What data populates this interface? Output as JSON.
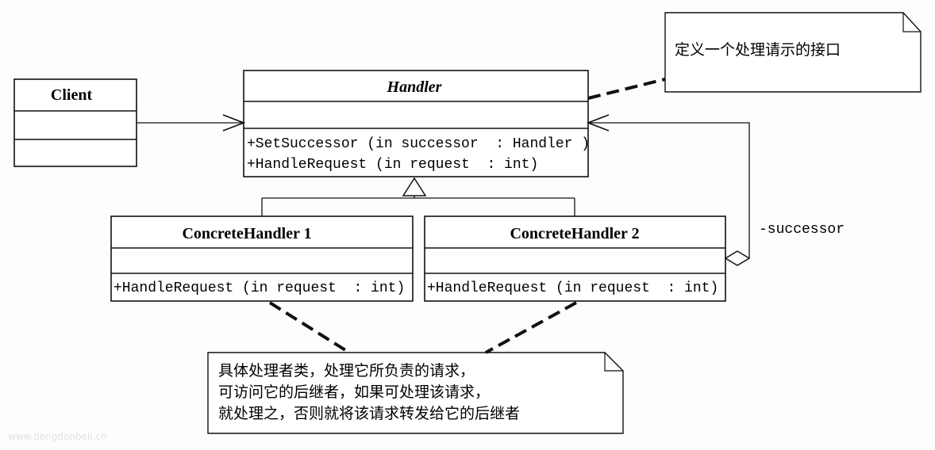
{
  "classes": {
    "client": {
      "name": "Client"
    },
    "handler": {
      "name": "Handler",
      "methods": [
        "+SetSuccessor (in successor  : Handler )",
        "+HandleRequest (in request  : int)"
      ]
    },
    "concrete1": {
      "name": "ConcreteHandler 1",
      "methods": [
        "+HandleRequest (in request  : int)"
      ]
    },
    "concrete2": {
      "name": "ConcreteHandler 2",
      "methods": [
        "+HandleRequest (in request  : int)"
      ]
    }
  },
  "association_label": "-successor",
  "notes": {
    "handler_note": {
      "lines": [
        "定义一个处理请示的接口"
      ]
    },
    "concrete_note": {
      "lines": [
        "具体处理者类，处理它所负责的请求，",
        "可访问它的后继者，如果可处理该请求，",
        "就处理之，否则就将该请求转发给它的后继者"
      ]
    }
  },
  "watermark": "www.dengdonbeli.cn"
}
